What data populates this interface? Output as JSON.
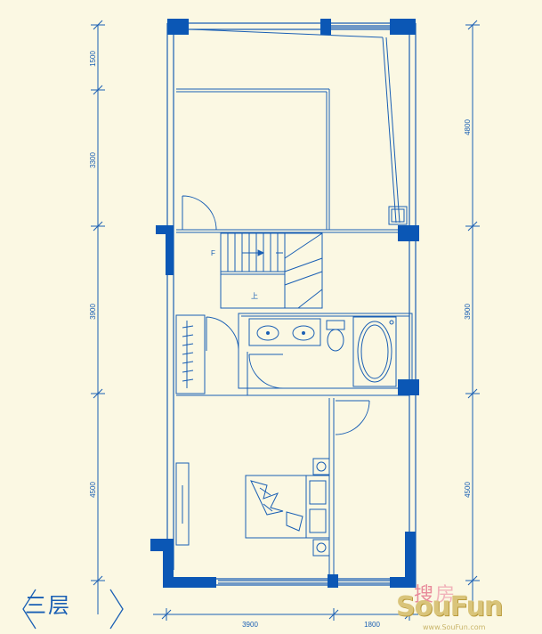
{
  "plan": {
    "floor_label": "三层",
    "dimensions": {
      "left": [
        "1500",
        "3300",
        "3900",
        "4500"
      ],
      "right": [
        "4800",
        "3900",
        "4500"
      ],
      "bottom": [
        "3900",
        "1800"
      ]
    },
    "stair_labels": {
      "down": "F",
      "up": "上"
    }
  },
  "watermark": {
    "cn_1": "搜",
    "cn_2": "房",
    "en": "SouFun",
    "url": "www.SouFun.com"
  },
  "colors": {
    "line": "#1a5fb4",
    "wall_fill": "#0b57b5",
    "background": "#fbf8e3"
  }
}
